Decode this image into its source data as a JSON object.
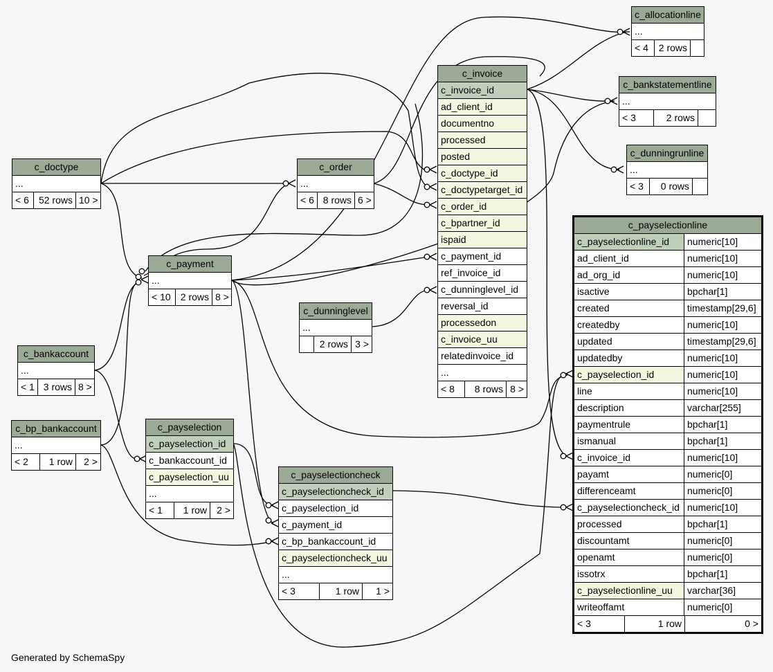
{
  "tables": {
    "c_allocationline": {
      "title": "c_allocationline",
      "rows": [
        "..."
      ],
      "foot": [
        "< 4",
        "2 rows",
        ""
      ]
    },
    "c_bankstatementline": {
      "title": "c_bankstatementline",
      "rows": [
        "..."
      ],
      "foot": [
        "< 3",
        "2 rows",
        ""
      ]
    },
    "c_dunningrunline": {
      "title": "c_dunningrunline",
      "rows": [
        "..."
      ],
      "foot": [
        "< 3",
        "0 rows",
        ""
      ]
    },
    "c_invoice": {
      "title": "c_invoice",
      "rows": [
        "c_invoice_id",
        "ad_client_id",
        "documentno",
        "processed",
        "posted",
        "c_doctype_id",
        "c_doctypetarget_id",
        "c_order_id",
        "c_bpartner_id",
        "ispaid",
        "c_payment_id",
        "ref_invoice_id",
        "c_dunninglevel_id",
        "reversal_id",
        "processedon",
        "c_invoice_uu",
        "relatedinvoice_id",
        "..."
      ],
      "foot": [
        "< 8",
        "8 rows",
        "8 >"
      ]
    },
    "c_doctype": {
      "title": "c_doctype",
      "rows": [
        "..."
      ],
      "foot": [
        "< 6",
        "52 rows",
        "10 >"
      ]
    },
    "c_order": {
      "title": "c_order",
      "rows": [
        "..."
      ],
      "foot": [
        "< 6",
        "8 rows",
        "6 >"
      ]
    },
    "c_payment": {
      "title": "c_payment",
      "rows": [
        "..."
      ],
      "foot": [
        "< 10",
        "2 rows",
        "8 >"
      ]
    },
    "c_dunninglevel": {
      "title": "c_dunninglevel",
      "rows": [
        "..."
      ],
      "foot": [
        "",
        "2 rows",
        "3 >"
      ]
    },
    "c_bankaccount": {
      "title": "c_bankaccount",
      "rows": [
        "..."
      ],
      "foot": [
        "< 1",
        "3 rows",
        "8 >"
      ]
    },
    "c_bp_bankaccount": {
      "title": "c_bp_bankaccount",
      "rows": [
        "..."
      ],
      "foot": [
        "< 2",
        "1 row",
        "2 >"
      ]
    },
    "c_payselection": {
      "title": "c_payselection",
      "rows": [
        "c_payselection_id",
        "c_bankaccount_id",
        "c_payselection_uu",
        "..."
      ],
      "foot": [
        "< 1",
        "1 row",
        "2 >"
      ]
    },
    "c_payselectioncheck": {
      "title": "c_payselectioncheck",
      "rows": [
        "c_payselectioncheck_id",
        "c_payselection_id",
        "c_payment_id",
        "c_bp_bankaccount_id",
        "c_payselectioncheck_uu",
        "..."
      ],
      "foot": [
        "< 3",
        "1 row",
        "1 >"
      ]
    },
    "c_payselectionline": {
      "title": "c_payselectionline",
      "columns": [
        {
          "name": "c_payselectionline_id",
          "type": "numeric[10]"
        },
        {
          "name": "ad_client_id",
          "type": "numeric[10]"
        },
        {
          "name": "ad_org_id",
          "type": "numeric[10]"
        },
        {
          "name": "isactive",
          "type": "bpchar[1]"
        },
        {
          "name": "created",
          "type": "timestamp[29,6]"
        },
        {
          "name": "createdby",
          "type": "numeric[10]"
        },
        {
          "name": "updated",
          "type": "timestamp[29,6]"
        },
        {
          "name": "updatedby",
          "type": "numeric[10]"
        },
        {
          "name": "c_payselection_id",
          "type": "numeric[10]"
        },
        {
          "name": "line",
          "type": "numeric[10]"
        },
        {
          "name": "description",
          "type": "varchar[255]"
        },
        {
          "name": "paymentrule",
          "type": "bpchar[1]"
        },
        {
          "name": "ismanual",
          "type": "bpchar[1]"
        },
        {
          "name": "c_invoice_id",
          "type": "numeric[10]"
        },
        {
          "name": "payamt",
          "type": "numeric[0]"
        },
        {
          "name": "differenceamt",
          "type": "numeric[0]"
        },
        {
          "name": "c_payselectioncheck_id",
          "type": "numeric[10]"
        },
        {
          "name": "processed",
          "type": "bpchar[1]"
        },
        {
          "name": "discountamt",
          "type": "numeric[0]"
        },
        {
          "name": "openamt",
          "type": "numeric[0]"
        },
        {
          "name": "issotrx",
          "type": "bpchar[1]"
        },
        {
          "name": "c_payselectionline_uu",
          "type": "varchar[36]"
        },
        {
          "name": "writeoffamt",
          "type": "numeric[0]"
        }
      ],
      "foot": [
        "< 3",
        "1 row",
        "0 >"
      ]
    }
  },
  "footer": "Generated by SchemaSpy",
  "colors": {
    "background": "#f7f7f7",
    "header": "#9aaa95",
    "primary_key": "#bfcfba",
    "indexed": "#f4f7e0"
  }
}
